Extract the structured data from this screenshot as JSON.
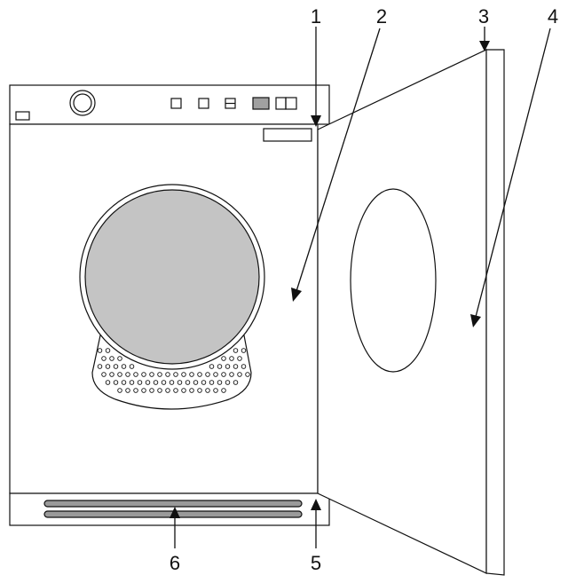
{
  "diagram": {
    "callouts": [
      {
        "id": "1",
        "label": "1"
      },
      {
        "id": "2",
        "label": "2"
      },
      {
        "id": "3",
        "label": "3"
      },
      {
        "id": "4",
        "label": "4"
      },
      {
        "id": "5",
        "label": "5"
      },
      {
        "id": "6",
        "label": "6"
      }
    ],
    "colors": {
      "stroke": "#111111",
      "drum_fill": "#c4c4c4",
      "button_fill": "#a0a0a0",
      "grille_fill": "#9a9a9a",
      "background": "#ffffff"
    },
    "icons": [
      "program-knob-icon",
      "display-icon",
      "option-button-icon",
      "vent-grille-icon"
    ]
  }
}
